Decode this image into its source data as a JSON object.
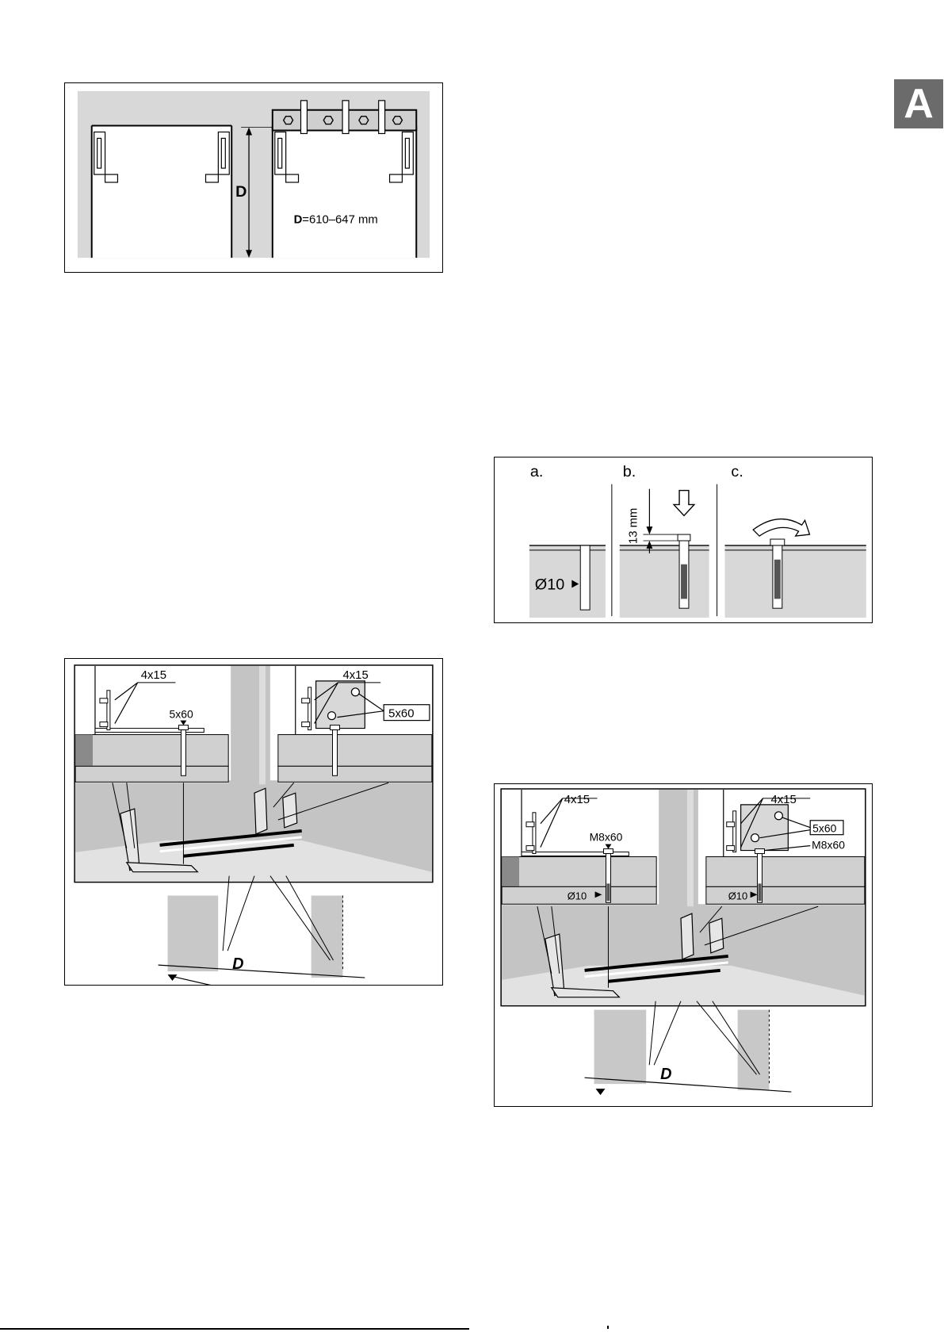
{
  "badge": {
    "letter": "A"
  },
  "figure1": {
    "dim_letter": "D",
    "range_bold": "D",
    "range_rest": "=610–647 mm"
  },
  "figure2": {
    "label_a": "a.",
    "label_b": "b.",
    "label_c": "c.",
    "drill_label": "Ø10",
    "depth_label": "13 mm"
  },
  "figure3": {
    "left_screw_small": "4x15",
    "left_screw_large": "5x60",
    "right_screw_small": "4x15",
    "right_screw_large": "5x60",
    "dim_letter": "D"
  },
  "figure4": {
    "left_screw_small": "4x15",
    "left_bolt": "M8x60",
    "left_drill": "Ø10",
    "right_screw_small": "4x15",
    "right_screw_large": "5x60",
    "right_bolt": "M8x60",
    "right_drill": "Ø10",
    "dim_letter": "D"
  },
  "colors": {
    "panel_gray": "#d8d8d8",
    "wall_gray": "#bdbdbd",
    "dark_gray": "#8a8a8a",
    "badge_gray": "#6b6b6b"
  }
}
